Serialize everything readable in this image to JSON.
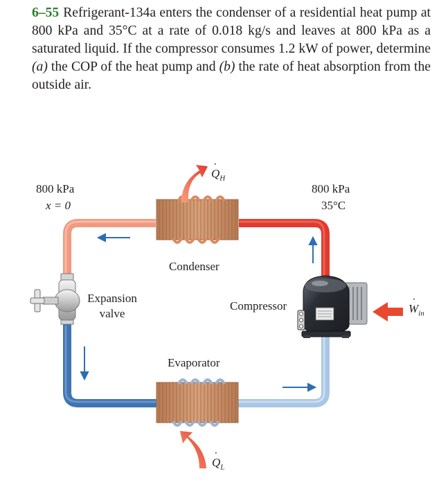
{
  "problem": {
    "number": "6–55",
    "text_1": "Refrigerant-134a enters the condenser of a residential heat pump at 800 kPa and 35°C at a rate of 0.018 kg/s and leaves at 800 kPa as a saturated liquid. If the compressor consumes 1.2 kW of power, determine ",
    "part_a_marker": "(a)",
    "text_2": " the COP of the heat pump and ",
    "part_b_marker": "(b)",
    "text_3": " the rate of heat absorption from the outside air."
  },
  "diagram": {
    "state_left": {
      "pressure": "800 kPa",
      "quality": "x = 0"
    },
    "state_right": {
      "pressure": "800 kPa",
      "temperature": "35°C"
    },
    "condenser_label": "Condenser",
    "evaporator_label": "Evaporator",
    "compressor_label": "Compressor",
    "expansion_valve_label_1": "Expansion",
    "expansion_valve_label_2": "valve",
    "q_h": {
      "symbol": "Q",
      "subscript": "H"
    },
    "q_l": {
      "symbol": "Q",
      "subscript": "L"
    },
    "w_in": {
      "symbol": "W",
      "subscript": "in"
    },
    "colors": {
      "hot_line": "#e23a2e",
      "warm_line": "#f19a80",
      "cold_line": "#3f74b4",
      "cool_line": "#a9c6e6",
      "flow_arrow": "#2f6db3",
      "heat_arrow": "#e8492e",
      "coil_copper": "#c98a5e"
    }
  }
}
